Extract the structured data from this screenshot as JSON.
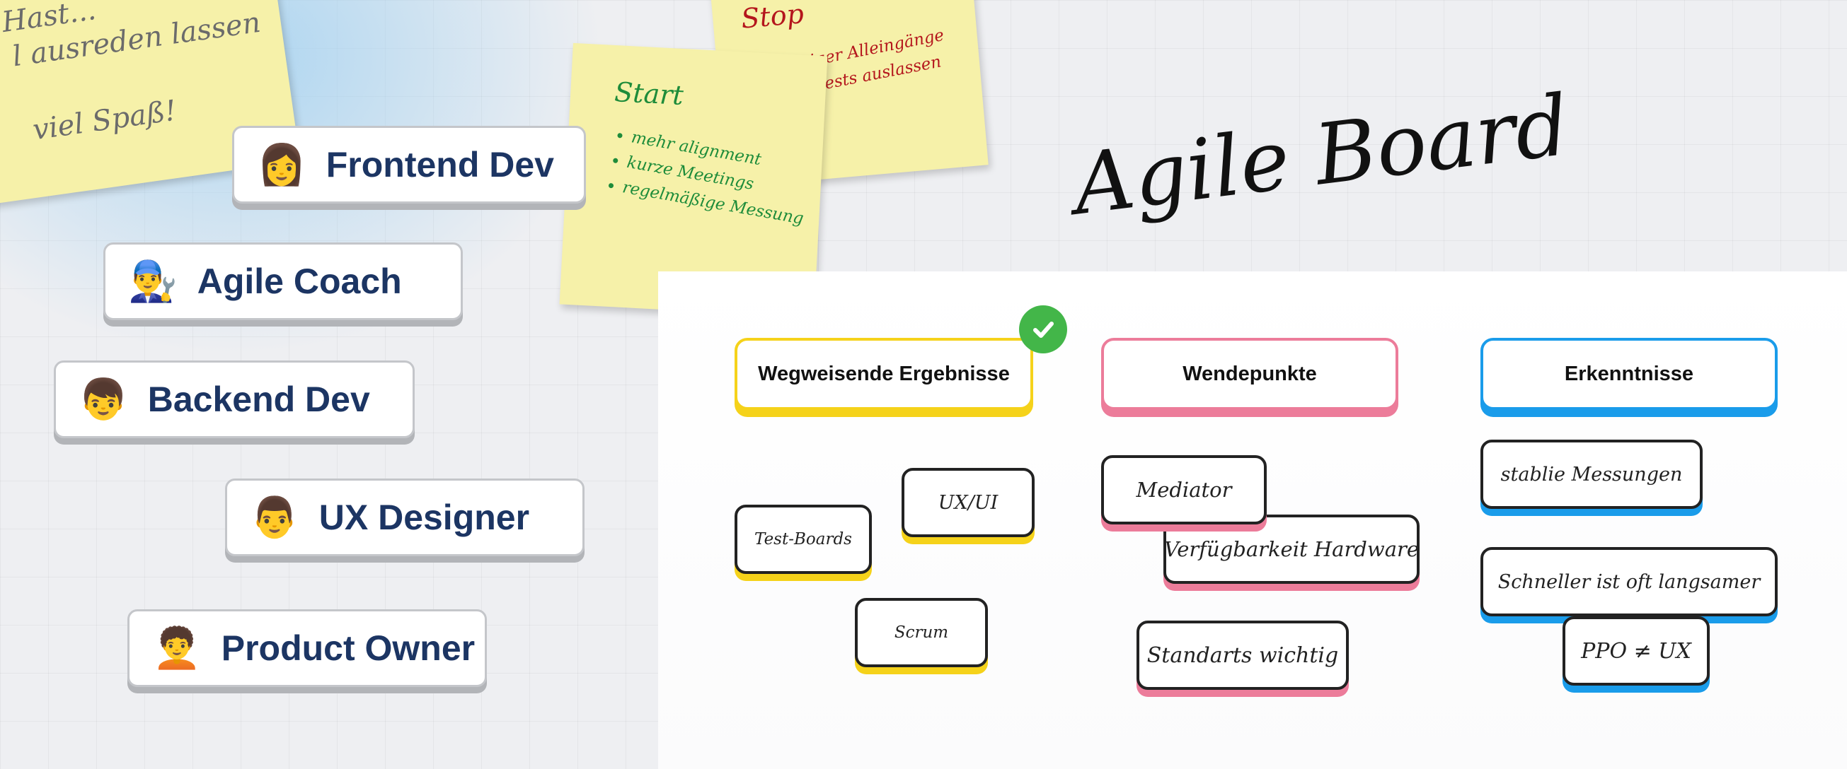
{
  "sticky_notes": {
    "left": {
      "lines": [
        "Hast...",
        "l ausreden lassen",
        "viel Spaß!"
      ]
    },
    "stop": {
      "title": "Stop",
      "items": [
        "werniger Alleingänge",
        "Tests auslassen"
      ]
    },
    "start": {
      "title": "Start",
      "items": [
        "mehr alignment",
        "kurze Meetings",
        "regelmäßige Messung"
      ]
    }
  },
  "roles": [
    {
      "emoji": "👩",
      "label": "Frontend Dev"
    },
    {
      "emoji": "👨‍🔧",
      "label": "Agile Coach"
    },
    {
      "emoji": "👦",
      "label": "Backend Dev"
    },
    {
      "emoji": "👨",
      "label": "UX Designer"
    },
    {
      "emoji": "🧑‍🦱",
      "label": "Product Owner"
    }
  ],
  "board": {
    "title": "Agile Board",
    "columns": [
      {
        "header": "Wegweisende Ergebnisse",
        "color": "#f5d21a",
        "cards": [
          "UX/UI",
          "Test-Boards",
          "Scrum"
        ]
      },
      {
        "header": "Wendepunkte",
        "color": "#ec7c9a",
        "cards": [
          "Mediator",
          "Verfügbarkeit Hardware",
          "Standarts wichtig"
        ]
      },
      {
        "header": "Erkenntnisse",
        "color": "#1a9cea",
        "cards": [
          "stablie Messungen",
          "Schneller ist oft langsamer",
          "PPO ≠ UX"
        ]
      }
    ],
    "check_icon": "check-circle-icon"
  }
}
